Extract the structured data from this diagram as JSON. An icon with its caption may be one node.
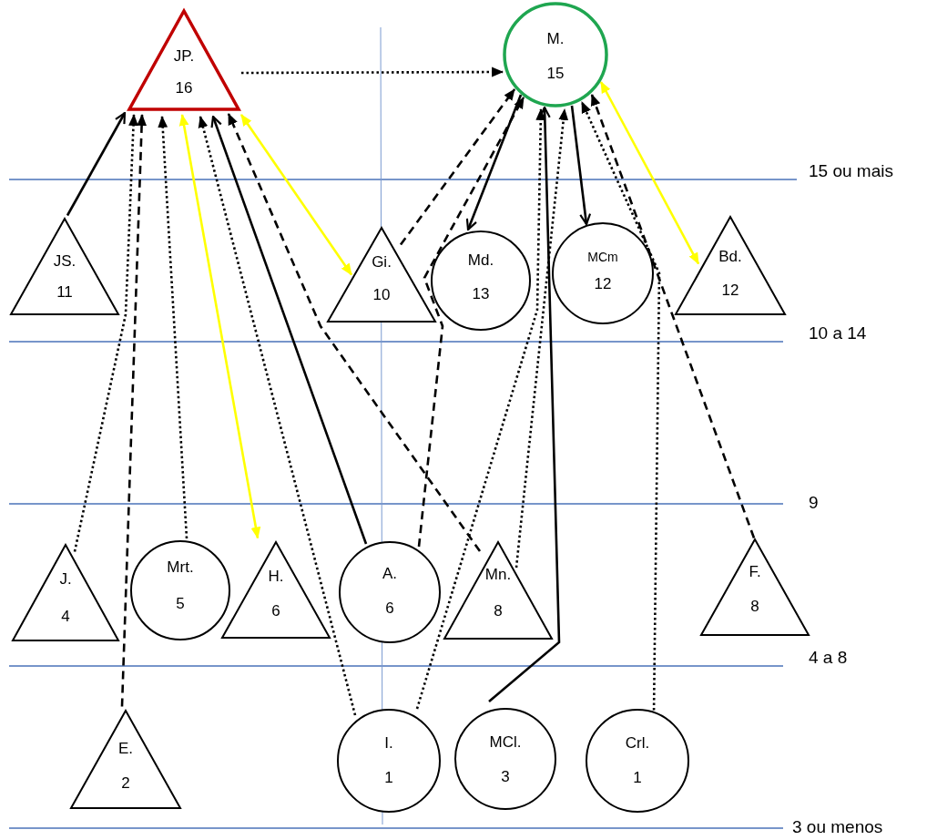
{
  "diagram": {
    "nodes": [
      {
        "text": [
          "JP.",
          "16"
        ]
      },
      {
        "text": [
          "M.",
          "15"
        ]
      },
      {
        "text": [
          "JS.",
          "11"
        ]
      },
      {
        "text": [
          "Gi.",
          "10"
        ]
      },
      {
        "text": [
          "Md.",
          "13"
        ]
      },
      {
        "text": [
          "MCm",
          "12"
        ]
      },
      {
        "text": [
          "Bd.",
          "12"
        ]
      },
      {
        "text": [
          "J.",
          "4"
        ]
      },
      {
        "text": [
          "Mrt.",
          "5"
        ]
      },
      {
        "text": [
          "H.",
          "6"
        ]
      },
      {
        "text": [
          "A.",
          "6"
        ]
      },
      {
        "text": [
          "Mn.",
          "8"
        ]
      },
      {
        "text": [
          "F.",
          "8"
        ]
      },
      {
        "text": [
          "E.",
          "2"
        ]
      },
      {
        "text": [
          "I.",
          "1"
        ]
      },
      {
        "text": [
          "MCl.",
          "3"
        ]
      },
      {
        "text": [
          "Crl.",
          "1"
        ]
      }
    ],
    "edges": [
      {
        "from": 0,
        "to": 1,
        "arrow": "to",
        "style": "dashed"
      },
      {
        "from": 2,
        "to": 0,
        "arrow": "to"
      },
      {
        "from": 7,
        "to": 0,
        "arrow": "to",
        "style": "dashed"
      },
      {
        "from": 13,
        "to": 0,
        "arrow": "to",
        "style": "dashed"
      },
      {
        "from": 8,
        "to": 0,
        "arrow": "to",
        "style": "dashed"
      },
      {
        "from": 9,
        "to": 0,
        "arrow": "both",
        "color": "#ffff00"
      },
      {
        "from": 14,
        "to": 0,
        "arrow": "to",
        "style": "dashed"
      },
      {
        "from": 10,
        "to": 0,
        "arrow": "to"
      },
      {
        "from": 11,
        "to": 0,
        "arrow": "to",
        "style": "dashed"
      },
      {
        "from": 3,
        "to": 0,
        "arrow": "both",
        "color": "#ffff00"
      },
      {
        "from": 3,
        "to": 1,
        "arrow": "to",
        "style": "dashed"
      },
      {
        "from": 1,
        "to": 4,
        "arrow": "to"
      },
      {
        "from": 10,
        "to": 1,
        "arrow": "to",
        "style": "dashed"
      },
      {
        "from": 14,
        "to": 1,
        "arrow": "to",
        "style": "dashed"
      },
      {
        "from": 15,
        "to": 1,
        "arrow": "to"
      },
      {
        "from": 11,
        "to": 1,
        "arrow": "to",
        "style": "dashed"
      },
      {
        "from": 1,
        "to": 5,
        "arrow": "to"
      },
      {
        "from": 16,
        "to": 1,
        "arrow": "to",
        "style": "dashed"
      },
      {
        "from": 12,
        "to": 1,
        "arrow": "to",
        "style": "dashed"
      },
      {
        "from": 6,
        "to": 1,
        "arrow": "both",
        "color": "#ffff00"
      }
    ],
    "labels": [
      "15 ou mais",
      "10 a 14",
      "9",
      "4 a 8",
      "3 ou menos"
    ]
  }
}
